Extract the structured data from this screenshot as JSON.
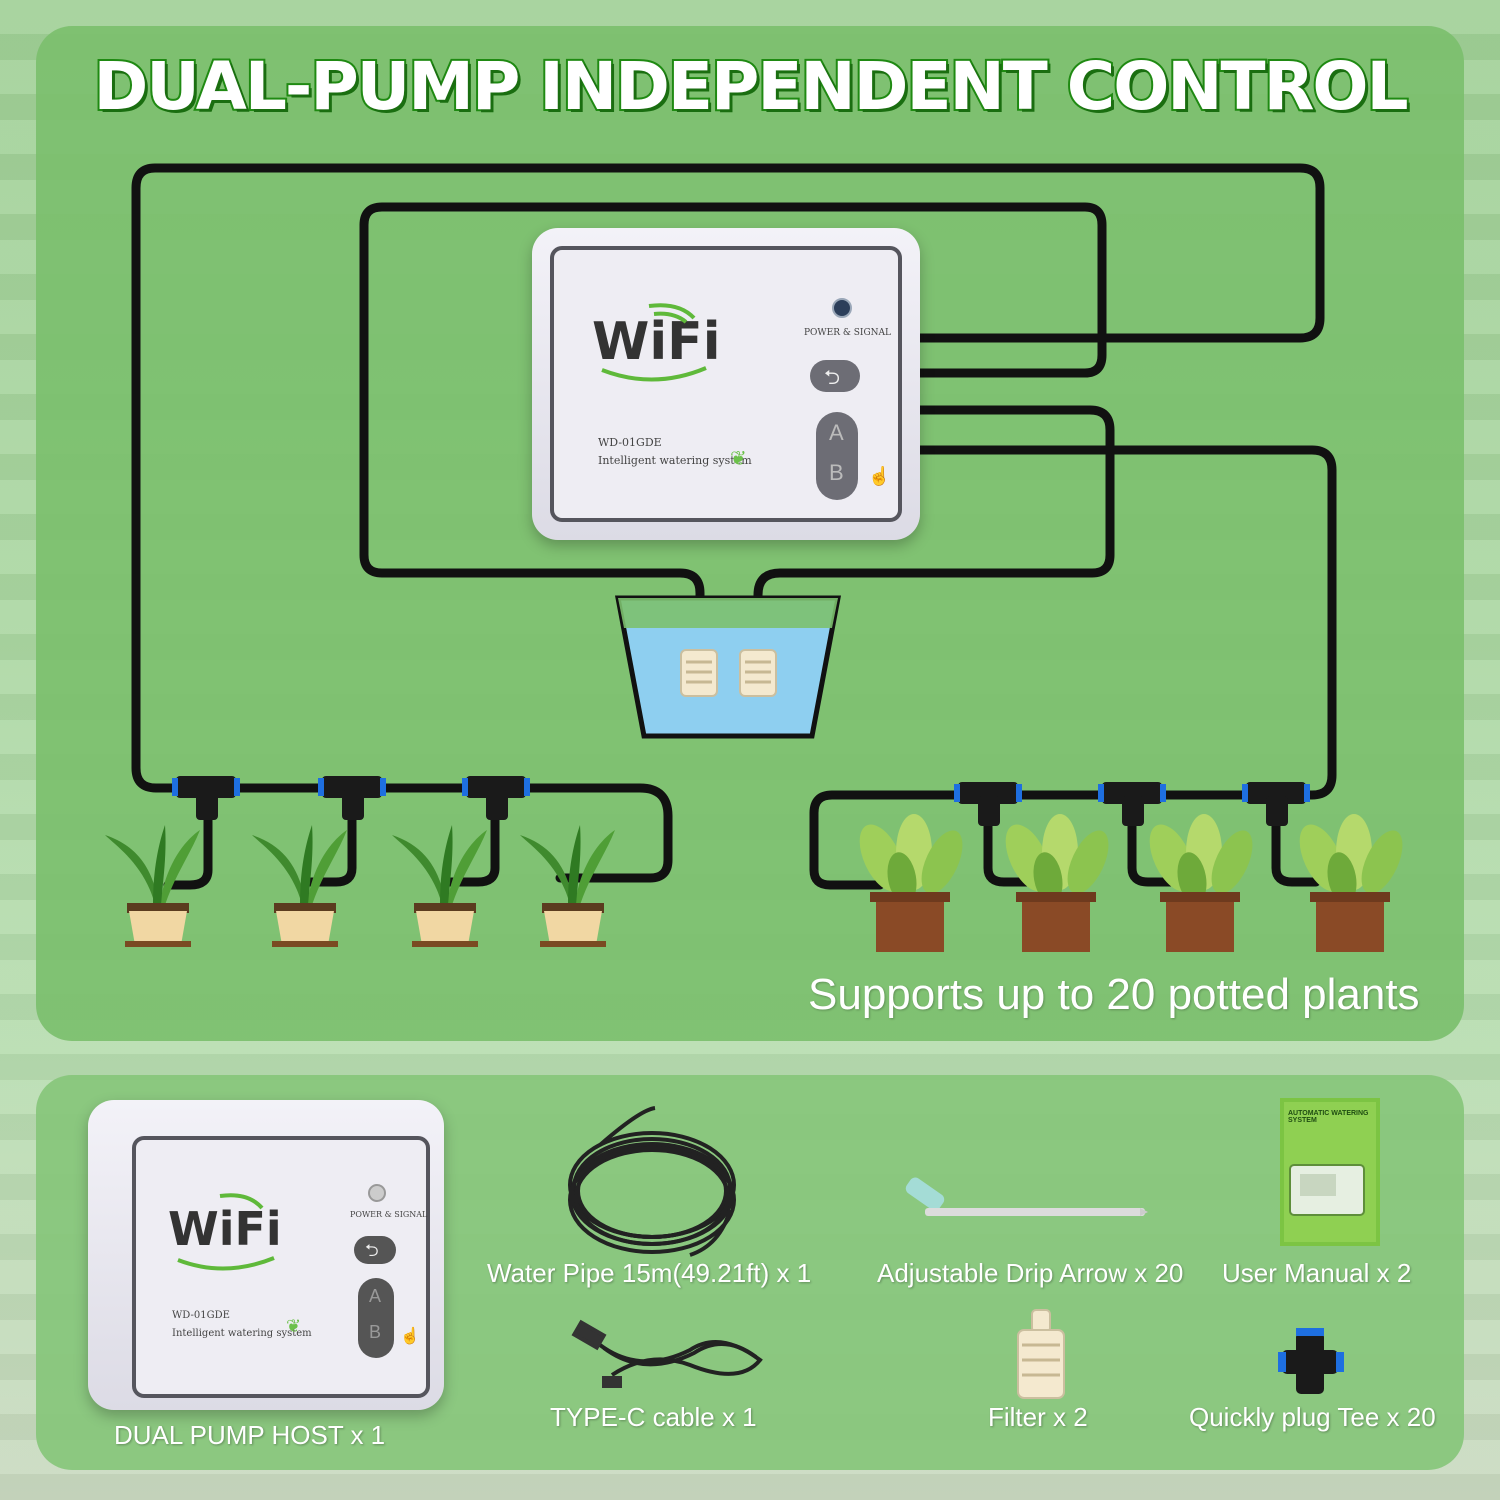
{
  "headline": "DUAL-PUMP INDEPENDENT CONTROL",
  "device": {
    "brand": "WiFi",
    "indicator_label": "POWER & SIGNAL",
    "model": "WD-01GDE",
    "description": "Intelligent watering system",
    "button_a": "A",
    "button_b": "B"
  },
  "support_text": "Supports up to 20 potted plants",
  "items": {
    "host": "DUAL PUMP HOST x 1",
    "pipe": "Water Pipe 15m(49.21ft) x 1",
    "drip": "Adjustable Drip Arrow x 20",
    "manual": "User Manual x 2",
    "cable": "TYPE-C cable x 1",
    "filter": "Filter x 2",
    "tee": "Quickly plug Tee x 20"
  },
  "manual_cover": {
    "title": "AUTOMATIC WATERING SYSTEM"
  },
  "colors": {
    "panel_green": "#7cc06e",
    "headline_stroke": "#1f8a12",
    "water_blue": "#8ecff0",
    "pipe_black": "#111111",
    "connector_blue": "#1e6fe0"
  }
}
